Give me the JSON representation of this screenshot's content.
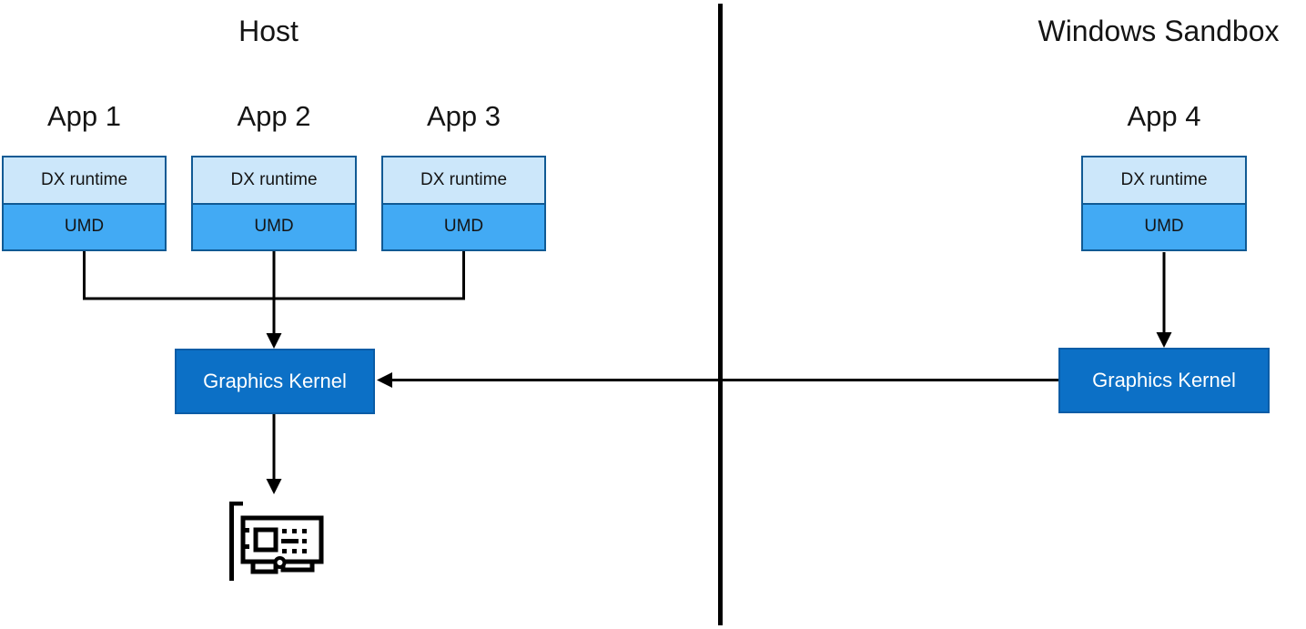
{
  "host": {
    "title": "Host",
    "apps": [
      {
        "label": "App 1",
        "layers": [
          "DX runtime",
          "UMD"
        ]
      },
      {
        "label": "App 2",
        "layers": [
          "DX runtime",
          "UMD"
        ]
      },
      {
        "label": "App 3",
        "layers": [
          "DX runtime",
          "UMD"
        ]
      }
    ],
    "kernel_label": "Graphics Kernel",
    "gpu_icon": "graphics-card-icon"
  },
  "sandbox": {
    "title": "Windows Sandbox",
    "app": {
      "label": "App 4",
      "layers": [
        "DX runtime",
        "UMD"
      ]
    },
    "kernel_label": "Graphics Kernel"
  },
  "colors": {
    "dx_runtime_fill": "#cce7fa",
    "umd_fill": "#42aaf4",
    "box_border": "#105a94",
    "kernel_fill": "#0c70c6",
    "kernel_border": "#0a5ca6",
    "kernel_text": "#ffffff",
    "line": "#000000"
  }
}
